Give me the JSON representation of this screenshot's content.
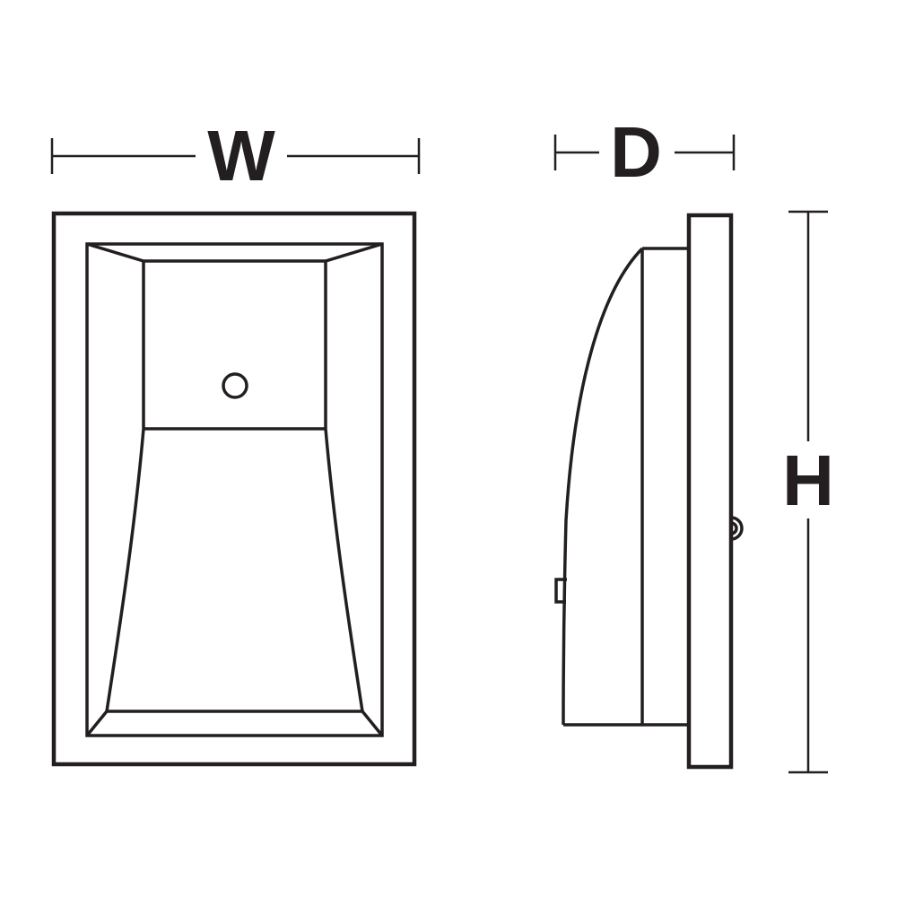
{
  "diagram": {
    "kind": "technical line drawing, two orthographic views of a wall fixture"
  },
  "dimensions": {
    "width_label": "W",
    "depth_label": "D",
    "height_label": "H"
  },
  "colors": {
    "line": "#231f20",
    "background": "#ffffff"
  }
}
